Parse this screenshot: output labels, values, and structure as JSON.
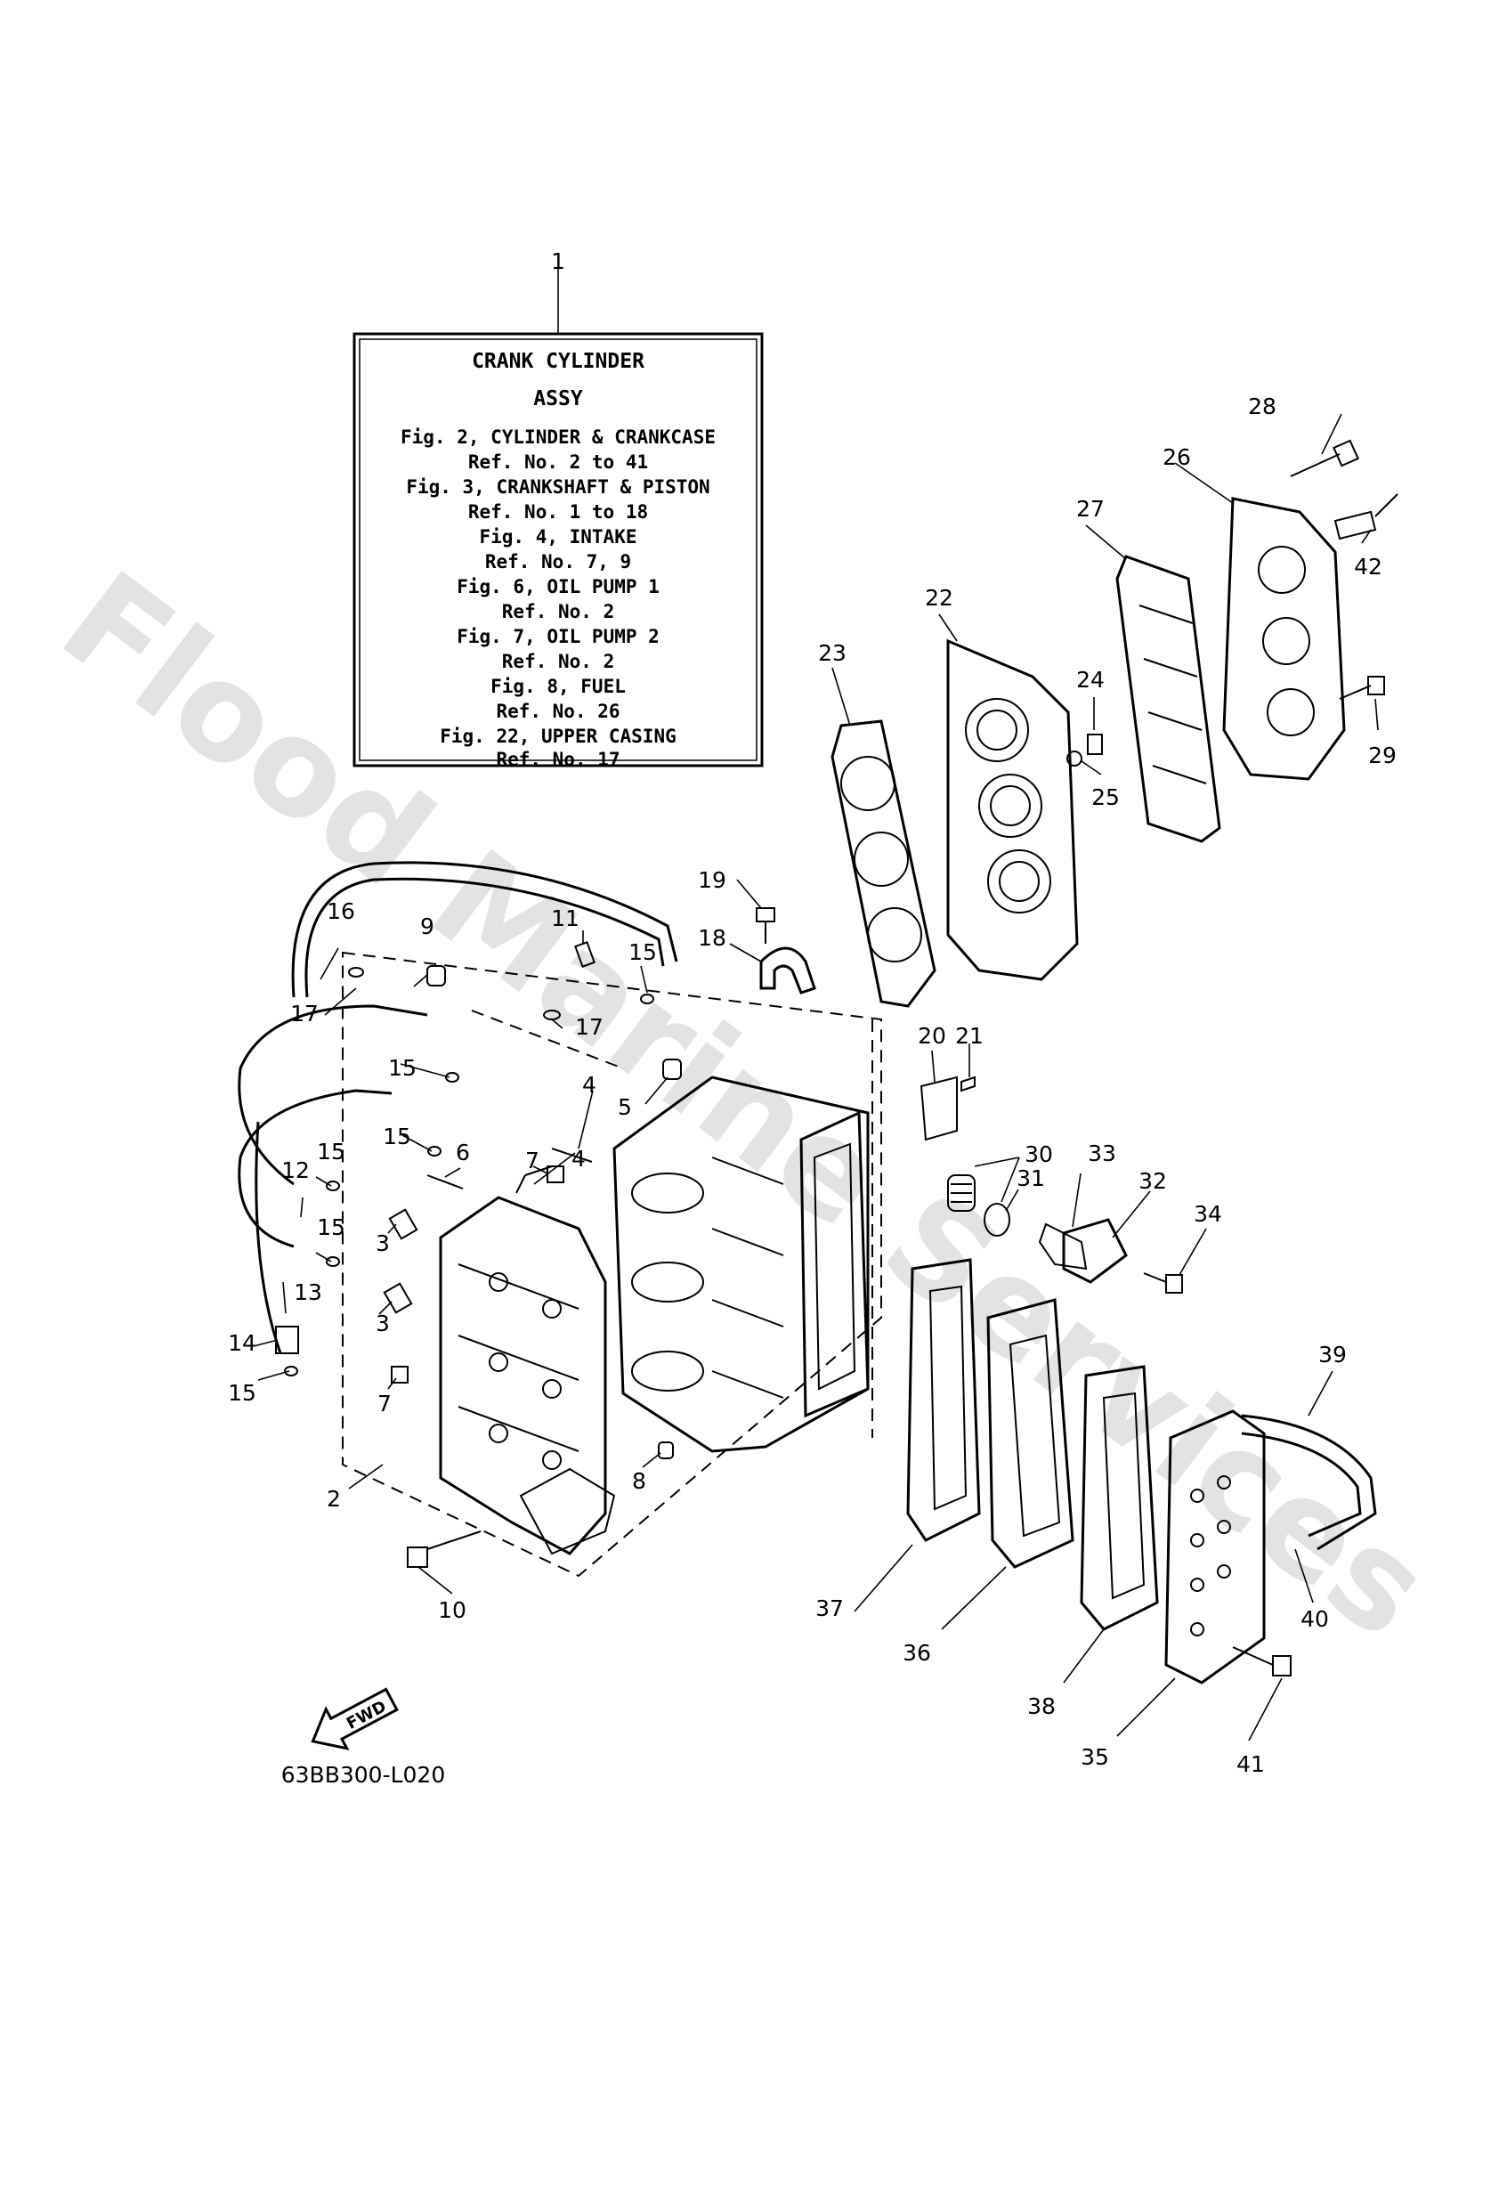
{
  "ref_box": {
    "lines": [
      "CRANK CYLINDER",
      "ASSY",
      "Fig. 2, CYLINDER & CRANKCASE",
      "Ref. No. 2 to 41",
      "Fig. 3, CRANKSHAFT & PISTON",
      "Ref. No. 1 to 18",
      "Fig. 4, INTAKE",
      "Ref. No. 7, 9",
      "Fig. 6, OIL PUMP 1",
      "Ref. No. 2",
      "Fig. 7, OIL PUMP 2",
      "Ref. No. 2",
      "Fig. 8, FUEL",
      "Ref. No. 26",
      "Fig. 22, UPPER CASING",
      "Ref. No. 17"
    ]
  },
  "watermark": "Flood Marine Services",
  "fwd_label": "FWD",
  "diagram_code": "63BB300-L020",
  "callouts": [
    "1",
    "2",
    "3",
    "3",
    "4",
    "4",
    "5",
    "6",
    "7",
    "7",
    "8",
    "9",
    "10",
    "11",
    "12",
    "13",
    "14",
    "15",
    "15",
    "15",
    "15",
    "15",
    "15",
    "16",
    "17",
    "17",
    "18",
    "19",
    "20",
    "21",
    "22",
    "23",
    "24",
    "25",
    "26",
    "27",
    "28",
    "29",
    "30",
    "31",
    "32",
    "33",
    "34",
    "35",
    "36",
    "37",
    "38",
    "39",
    "40",
    "41",
    "42"
  ]
}
